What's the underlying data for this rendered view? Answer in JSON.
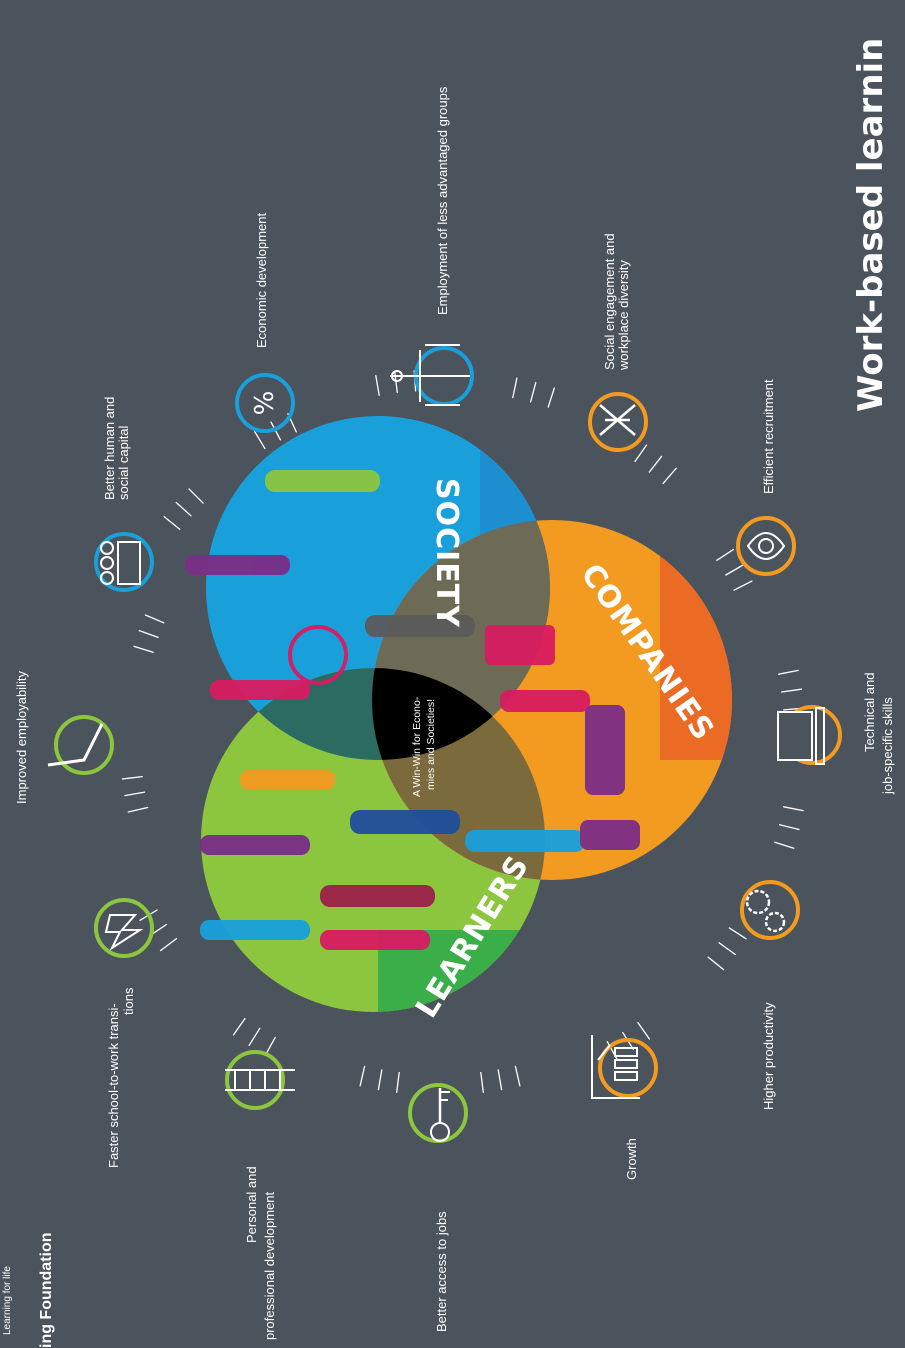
{
  "title": "Work-based learnin",
  "logo": {
    "tagline": "Learning for life",
    "name": "ing Foundation"
  },
  "center_text": {
    "line1": "A Win-Win for Econo-",
    "line2": "mies and Societies!"
  },
  "circles": {
    "society": {
      "label": "SOCIETY",
      "color": "#19a0db",
      "band_color": "#1d8fd0"
    },
    "companies": {
      "label": "COMPANIES",
      "color": "#f39a20",
      "band_color": "#ec6b24"
    },
    "learners": {
      "label": "LEARNERS",
      "color": "#8cc63f",
      "band_color": "#3aae49"
    }
  },
  "benefits": [
    {
      "id": "faster-transitions",
      "lines": [
        "Faster school-to-work transi-",
        "tions"
      ],
      "icon": "lightning-icon",
      "ring": "#8cc63f"
    },
    {
      "id": "employability",
      "lines": [
        "Improved employability"
      ],
      "icon": "check-icon",
      "ring": "#8cc63f"
    },
    {
      "id": "human-capital",
      "lines": [
        "Better human and",
        "social capital"
      ],
      "icon": "people-icon",
      "ring": "#19a0db"
    },
    {
      "id": "economic",
      "lines": [
        "Economic development"
      ],
      "icon": "percent-icon",
      "ring": "#19a0db"
    },
    {
      "id": "less-advantaged",
      "lines": [
        "Employment of less advantaged groups"
      ],
      "icon": "scales-icon",
      "ring": "#19a0db"
    },
    {
      "id": "social-engagement",
      "lines": [
        "Social engagement and",
        "workplace diversity"
      ],
      "icon": "handshake-icon",
      "ring": "#f39a20"
    },
    {
      "id": "recruitment",
      "lines": [
        "Efficient recruitment"
      ],
      "icon": "eye-icon",
      "ring": "#f39a20"
    },
    {
      "id": "technical-skills",
      "lines": [
        "Technical and",
        "job-specific skills"
      ],
      "icon": "laptop-icon",
      "ring": "#f39a20"
    },
    {
      "id": "productivity",
      "lines": [
        "Higher productivity"
      ],
      "icon": "gears-icon",
      "ring": "#f39a20"
    },
    {
      "id": "growth",
      "lines": [
        "Growth"
      ],
      "icon": "growth-chart-icon",
      "ring": "#f39a20"
    },
    {
      "id": "access-jobs",
      "lines": [
        "Better access to jobs"
      ],
      "icon": "key-icon",
      "ring": "#8cc63f"
    },
    {
      "id": "personal-development",
      "lines": [
        "Personal and",
        "professional development"
      ],
      "icon": "ladder-icon",
      "ring": "#8cc63f"
    }
  ]
}
